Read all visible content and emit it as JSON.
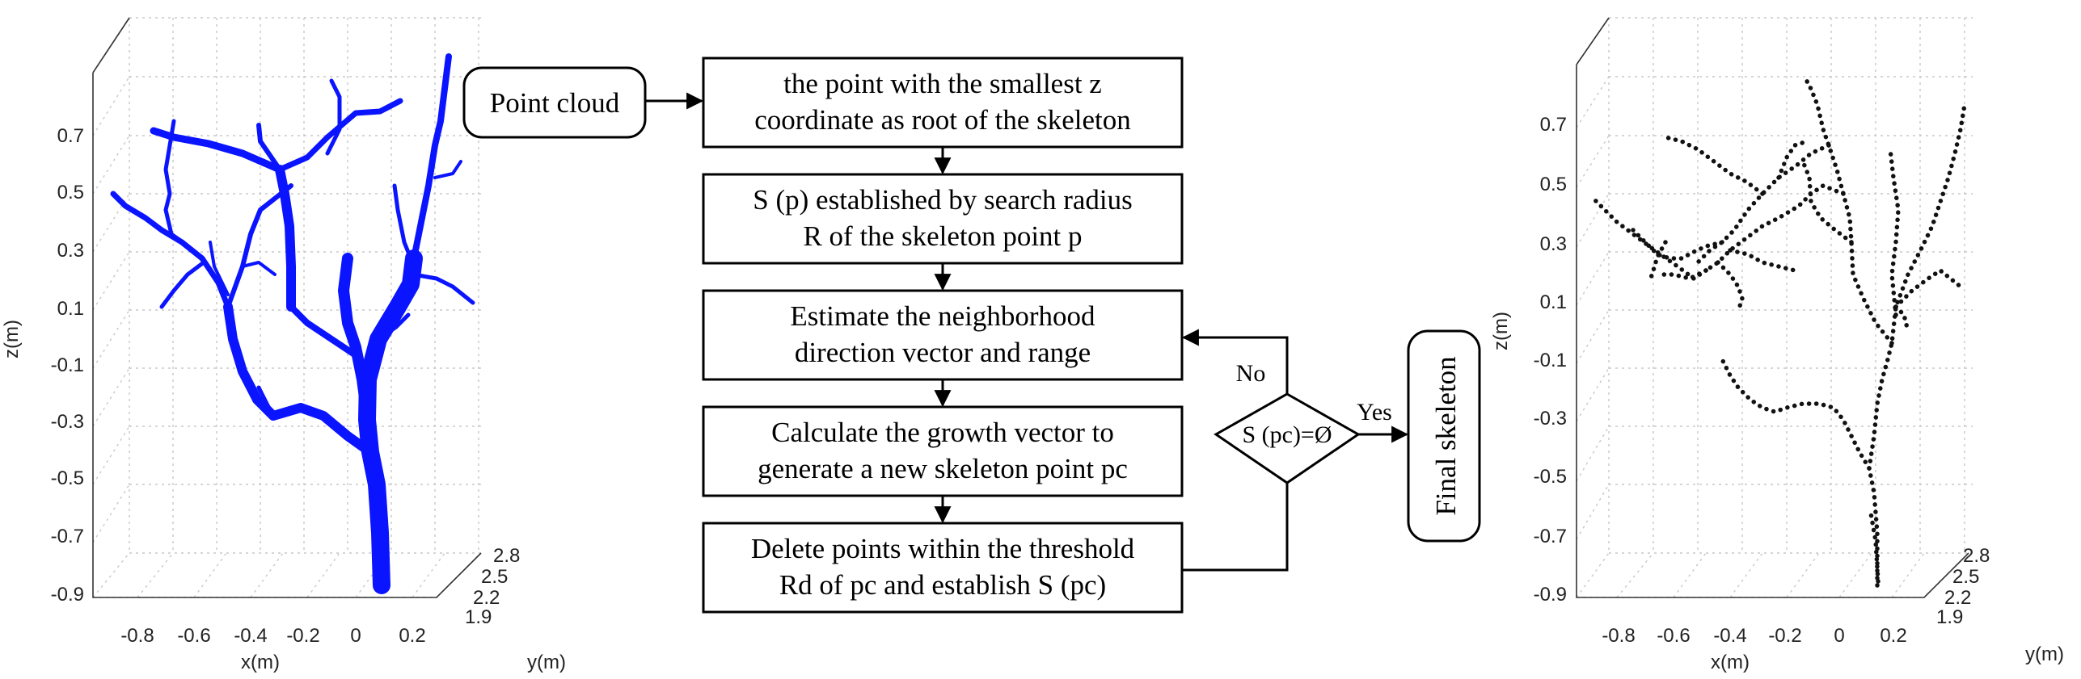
{
  "flowchart": {
    "input": "Point cloud",
    "steps": [
      [
        "the point with the smallest z",
        "coordinate as root of the skeleton"
      ],
      [
        "S (p) established by search radius",
        "R of  the skeleton point p"
      ],
      [
        "Estimate the neighborhood",
        "direction vector and range"
      ],
      [
        "Calculate the growth vector  to",
        "generate a new skeleton point pc"
      ],
      [
        "Delete points within the threshold",
        "Rd of pc and establish S (pc)"
      ]
    ],
    "decision": "S (pc)=Ø",
    "no_label": "No",
    "yes_label": "Yes",
    "output": "Final skeleton"
  },
  "plots": {
    "left": {
      "name": "point-cloud-plot",
      "point_color": "#0000ff",
      "zlabel": "z(m)",
      "xlabel": "x(m)",
      "ylabel": "y(m)",
      "z_ticks": [
        "0.7",
        "0.5",
        "0.3",
        "0.1",
        "-0.1",
        "-0.3",
        "-0.5",
        "-0.7",
        "-0.9"
      ],
      "x_ticks": [
        "-0.8",
        "-0.6",
        "-0.4",
        "-0.2",
        "0",
        "0.2"
      ],
      "y_ticks": [
        "1.9",
        "2.2",
        "2.5",
        "2.8"
      ]
    },
    "right": {
      "name": "skeleton-plot",
      "point_color": "#000000",
      "zlabel": "z(m)",
      "xlabel": "x(m)",
      "ylabel": "y(m)",
      "z_ticks": [
        "0.7",
        "0.5",
        "0.3",
        "0.1",
        "-0.1",
        "-0.3",
        "-0.5",
        "-0.7",
        "-0.9"
      ],
      "x_ticks": [
        "-0.8",
        "-0.6",
        "-0.4",
        "-0.2",
        "0",
        "0.2"
      ],
      "y_ticks": [
        "1.9",
        "2.2",
        "2.5",
        "2.8"
      ]
    }
  }
}
